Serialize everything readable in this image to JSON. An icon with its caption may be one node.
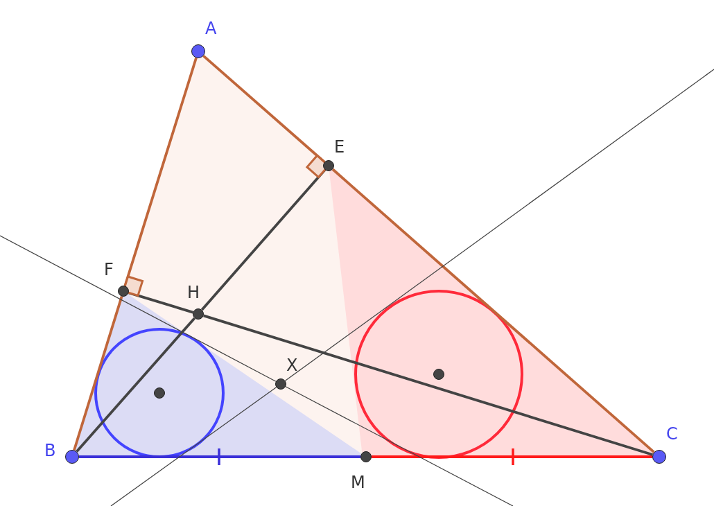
{
  "diagram": {
    "nodes": [
      {
        "text": [
          "A"
        ]
      },
      {
        "text": [
          "E"
        ]
      },
      {
        "text": [
          "F"
        ]
      },
      {
        "text": [
          "H"
        ]
      },
      {
        "text": [],
        "shape": "circle"
      },
      {
        "text": [
          "X"
        ]
      },
      {
        "text": [],
        "shape": "circle"
      },
      {
        "text": [
          "B"
        ]
      },
      {
        "text": [
          "M"
        ]
      },
      {
        "text": [
          "C"
        ]
      }
    ],
    "edges": [
      {
        "from": 0,
        "to": 2,
        "arrow": "none",
        "color": "#c0663a"
      },
      {
        "from": 2,
        "to": 7,
        "arrow": "none",
        "color": "#c0663a"
      },
      {
        "from": 0,
        "to": 1,
        "arrow": "none",
        "color": "#c0663a"
      },
      {
        "from": 1,
        "to": 9,
        "arrow": "none",
        "color": "#c0663a"
      },
      {
        "from": 7,
        "to": 8,
        "arrow": "none",
        "color": "#3a2fd8"
      },
      {
        "from": 8,
        "to": 9,
        "arrow": "none",
        "color": "#ff1a1a"
      },
      {
        "from": 7,
        "to": 3,
        "arrow": "none"
      },
      {
        "from": 3,
        "to": 1,
        "arrow": "none"
      },
      {
        "from": 2,
        "to": 3,
        "arrow": "none"
      },
      {
        "from": 3,
        "to": 9,
        "arrow": "none"
      },
      {
        "from": 5,
        "to": null,
        "arrow": "none"
      },
      {
        "from": 5,
        "to": null,
        "arrow": "none"
      },
      {
        "from": 5,
        "to": null,
        "arrow": "none"
      },
      {
        "from": 5,
        "to": null,
        "arrow": "none"
      }
    ]
  }
}
